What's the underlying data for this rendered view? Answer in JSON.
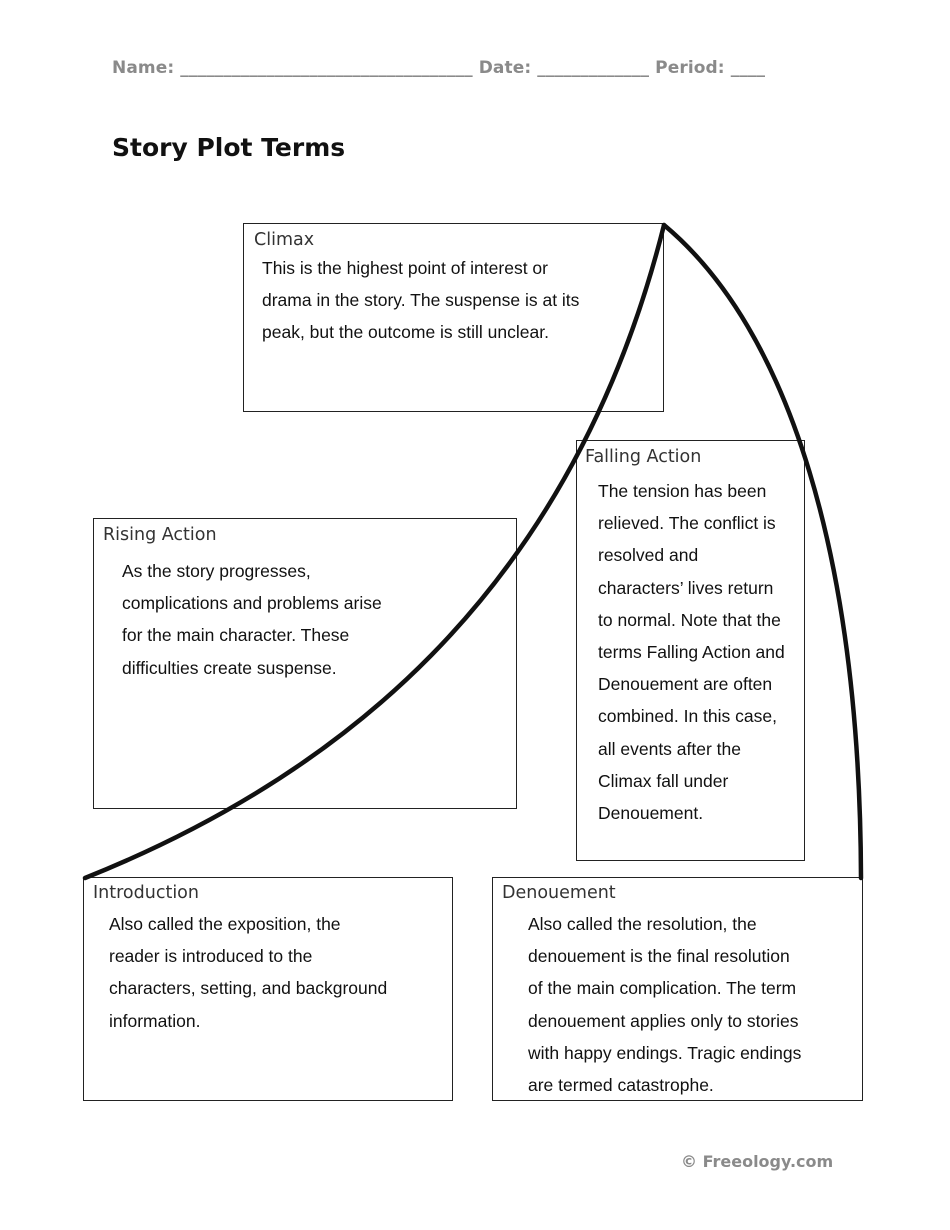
{
  "header": {
    "name_label": "Name:",
    "name_blank": "__________________________________",
    "date_label": "Date:",
    "date_blank": "_____________",
    "period_label": "Period:",
    "period_blank": "____"
  },
  "title": "Story Plot Terms",
  "boxes": {
    "climax": {
      "label": "Climax",
      "lines": [
        "This is the highest point of interest or",
        "drama in the story. The suspense is at its",
        "peak, but the outcome is still unclear."
      ]
    },
    "falling_action": {
      "label": "Falling Action",
      "lines": [
        "The tension has been",
        "relieved. The conflict is",
        "resolved and",
        "characters’ lives return",
        "to normal. Note that the",
        "terms Falling Action and",
        "Denouement are often",
        "combined. In this case,",
        "all events after the",
        "Climax fall under",
        "Denouement."
      ]
    },
    "rising_action": {
      "label": "Rising Action",
      "lines": [
        "As the story progresses,",
        "complications and problems arise",
        "for the main character. These",
        "difficulties create suspense."
      ]
    },
    "introduction": {
      "label": "Introduction",
      "lines": [
        "Also called the exposition, the",
        "reader is introduced to the",
        "characters, setting, and background",
        "information."
      ]
    },
    "denouement": {
      "label": "Denouement",
      "lines": [
        "Also called the resolution, the",
        "denouement is the final resolution",
        "of the main complication. The term",
        "denouement applies only to stories",
        "with happy endings. Tragic endings",
        "are termed catastrophe."
      ]
    }
  },
  "footer": "© Freeology.com"
}
